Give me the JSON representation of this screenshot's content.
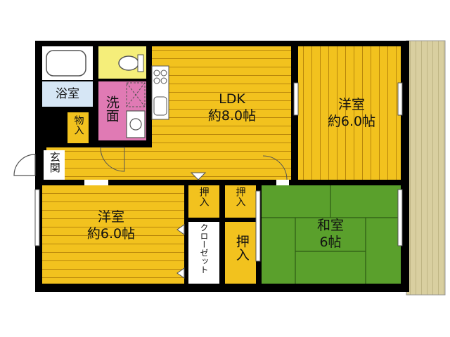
{
  "floorplan": {
    "rooms": [
      {
        "id": "ldk",
        "name": "LDK",
        "size": "約8.0帖"
      },
      {
        "id": "western_ne",
        "name": "洋室",
        "size": "約6.0帖"
      },
      {
        "id": "western_sw",
        "name": "洋室",
        "size": "約6.0帖"
      },
      {
        "id": "japanese",
        "name": "和室",
        "size": "6帖"
      }
    ],
    "labels": {
      "bath": "浴室",
      "washroom": "洗面",
      "storage": "物入",
      "entrance": "玄関",
      "closet_a": "押入",
      "closet_b": "押入",
      "closet_c": "押入",
      "walkin": "クローゼット"
    },
    "colors": {
      "flooring": "#f2c21e",
      "flooring_line": "#b8860b",
      "tatami": "#5aa02c",
      "washroom": "#e07ab4",
      "toilet": "#f5ee7a",
      "bath": "#d6e6f5",
      "balcony": "#d9cfa0",
      "wall": "#000000"
    }
  }
}
